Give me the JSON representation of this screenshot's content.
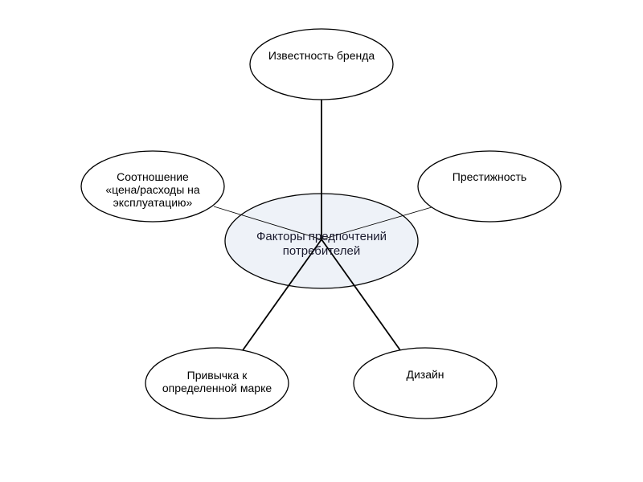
{
  "diagram": {
    "center": {
      "label": "Факторы предпочтений\nпотребителей",
      "fill": "#eef2f8",
      "stroke": "#000000"
    },
    "nodes": [
      {
        "id": "brand",
        "label": "Известность бренда"
      },
      {
        "id": "prestige",
        "label": "Престижность"
      },
      {
        "id": "price",
        "label": "Соотношение\n«цена/расходы на\nэксплуатацию»"
      },
      {
        "id": "habit",
        "label": "Привычка к\nопределенной марке"
      },
      {
        "id": "design",
        "label": "Дизайн"
      }
    ],
    "edges": [
      {
        "from": "center",
        "to": "brand"
      },
      {
        "from": "center",
        "to": "prestige"
      },
      {
        "from": "center",
        "to": "price"
      },
      {
        "from": "center",
        "to": "habit"
      },
      {
        "from": "center",
        "to": "design"
      }
    ],
    "colors": {
      "line": "#000000",
      "node_fill": "#ffffff",
      "node_stroke": "#000000"
    }
  }
}
